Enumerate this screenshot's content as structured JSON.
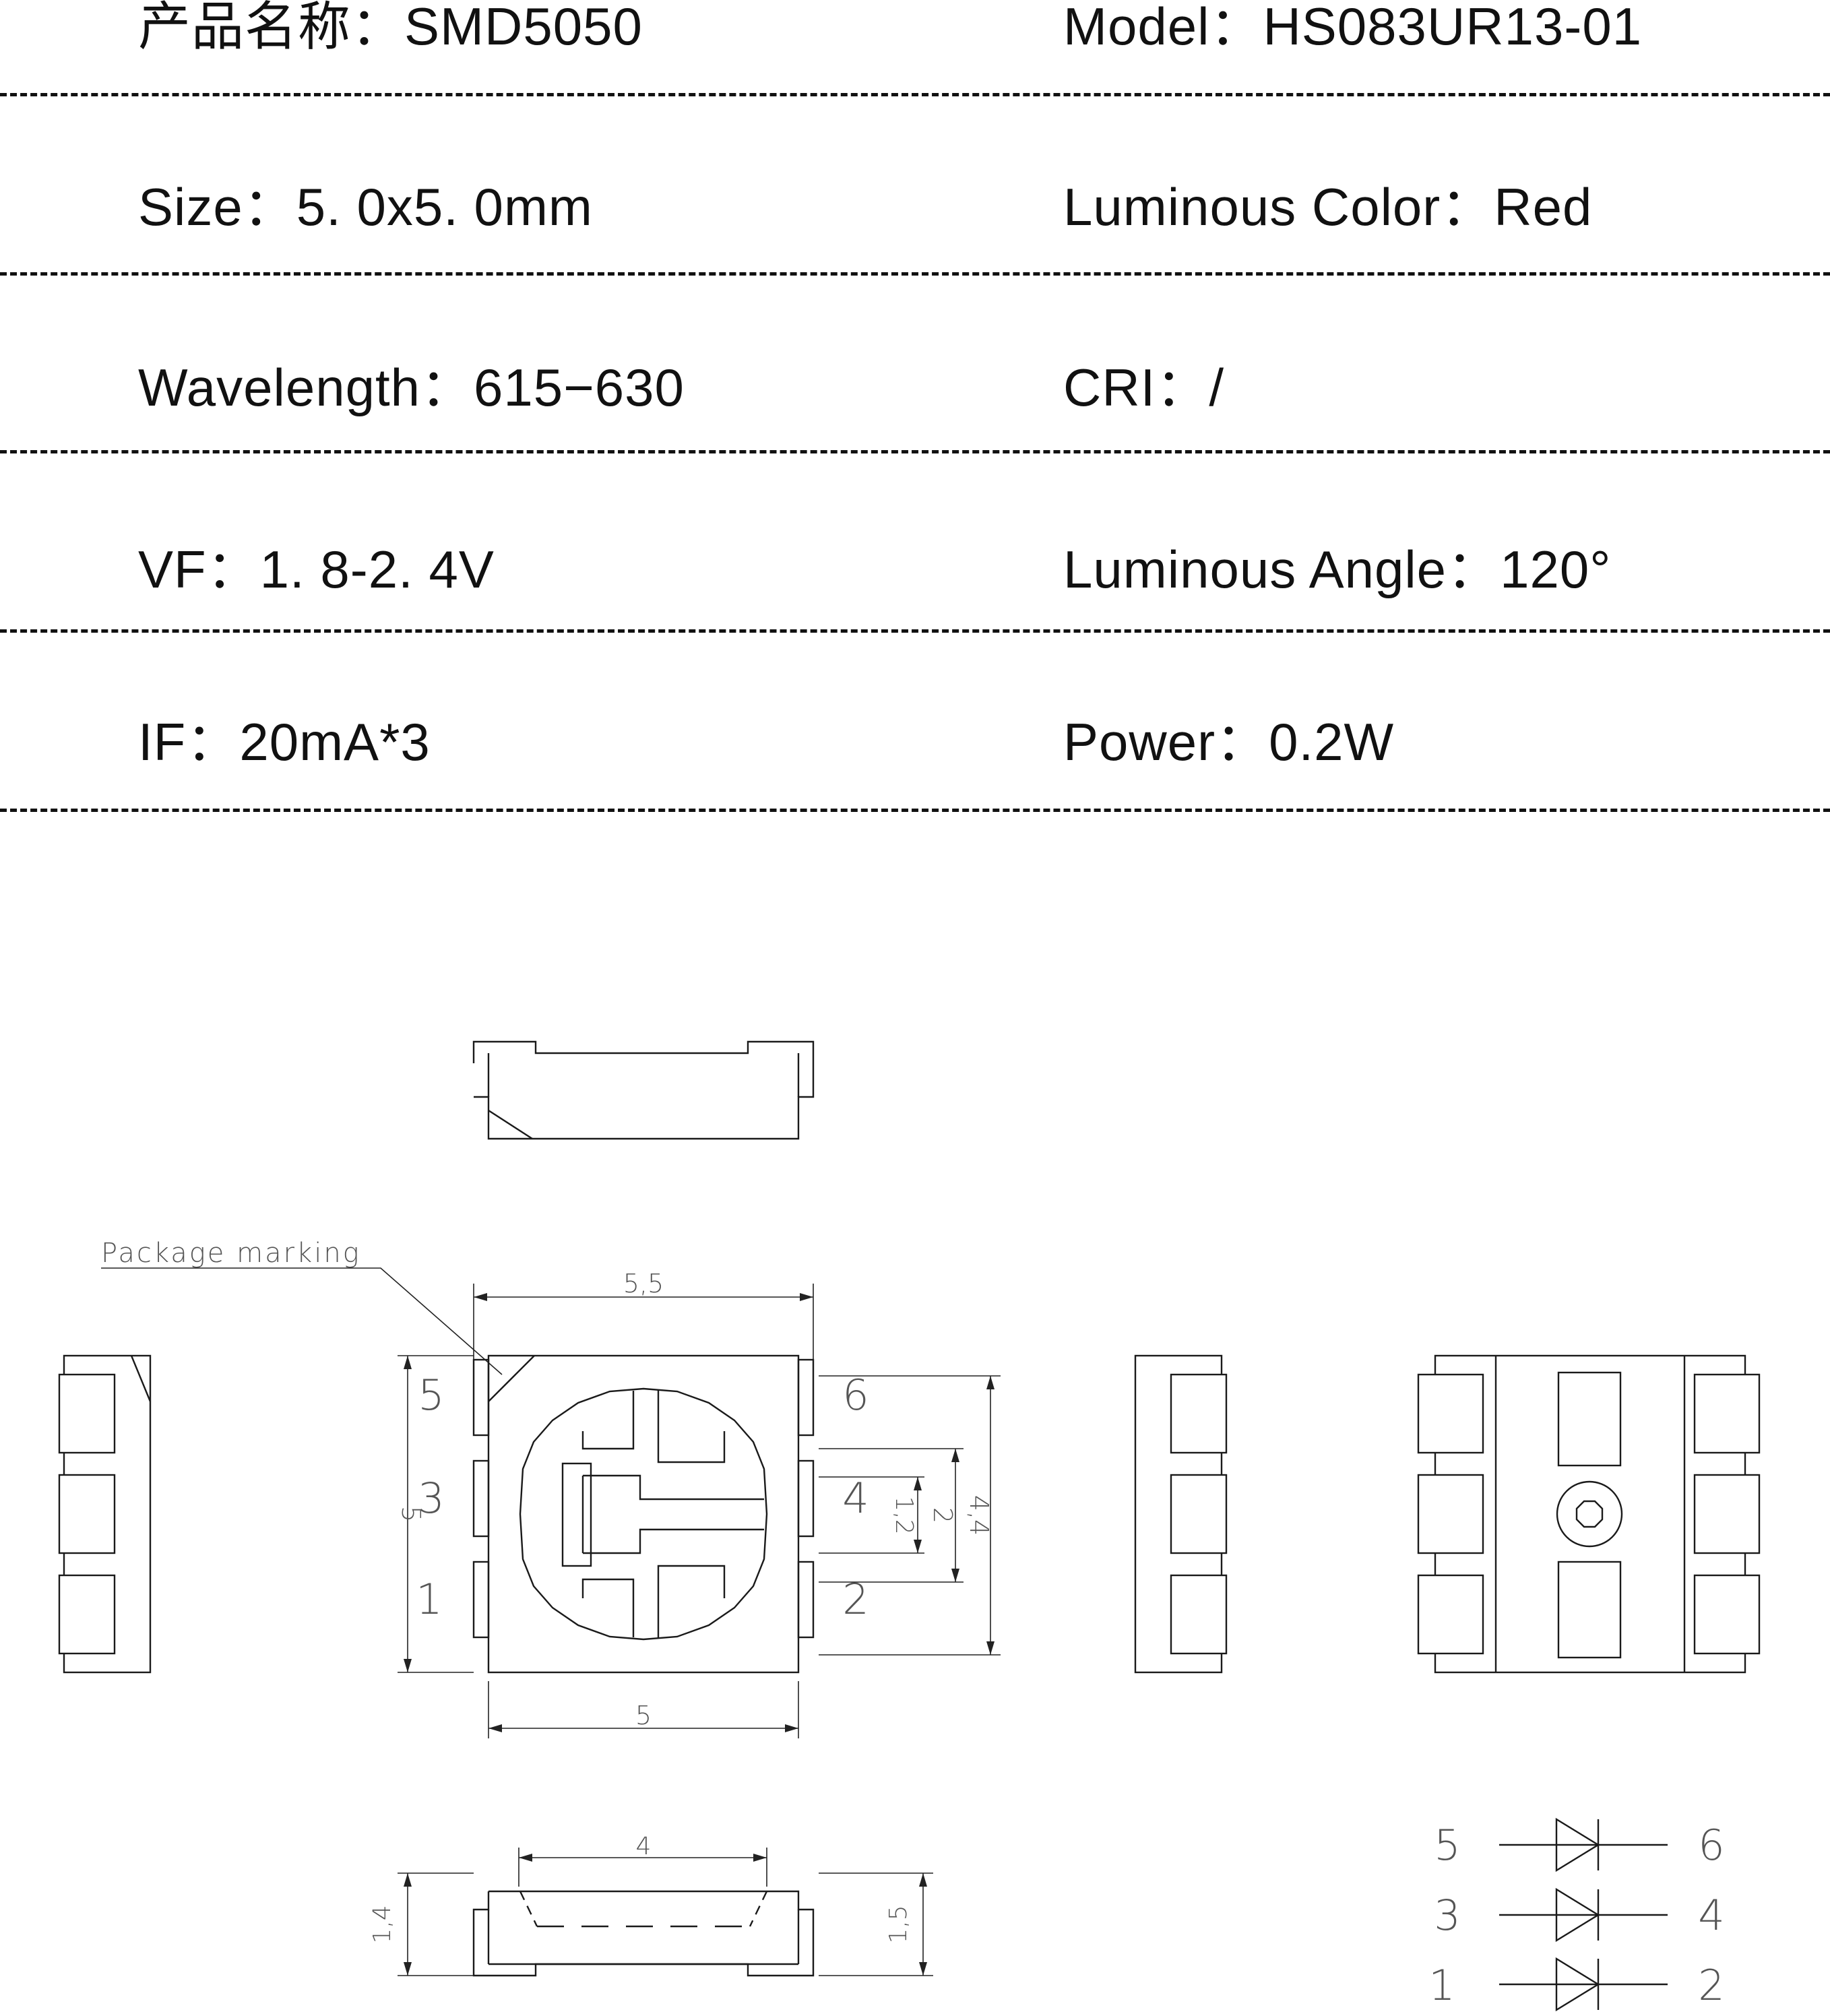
{
  "specs": [
    {
      "left": "产品名称：SMD5050",
      "right": "Model：HS083UR13-01"
    },
    {
      "left": "Size：5. 0x5. 0mm",
      "right": "Luminous Color：Red"
    },
    {
      "left": "Wavelength：615−630",
      "right": "CRI：/"
    },
    {
      "left": "VF：1. 8-2. 4V",
      "right": "Luminous Angle：120°"
    },
    {
      "left": "IF：20mA*3",
      "right": "Power：0.2W"
    }
  ],
  "drawing": {
    "package_marking": "Package marking",
    "dims": {
      "top_width": "5,5",
      "body_width": "5",
      "body_height": "5",
      "pad_width": "1,2",
      "pad_pitch": "2",
      "pad_span": "4,4",
      "bottom_width": "4",
      "side_height_left": "1,4",
      "side_height_right": "1,5"
    },
    "pins": {
      "p5": "5",
      "p3": "3",
      "p1": "1",
      "p6": "6",
      "p4": "4",
      "p2": "2"
    },
    "schematic": {
      "row1_left": "5",
      "row1_right": "6",
      "row2_left": "3",
      "row2_right": "4",
      "row3_left": "1",
      "row3_right": "2"
    }
  }
}
